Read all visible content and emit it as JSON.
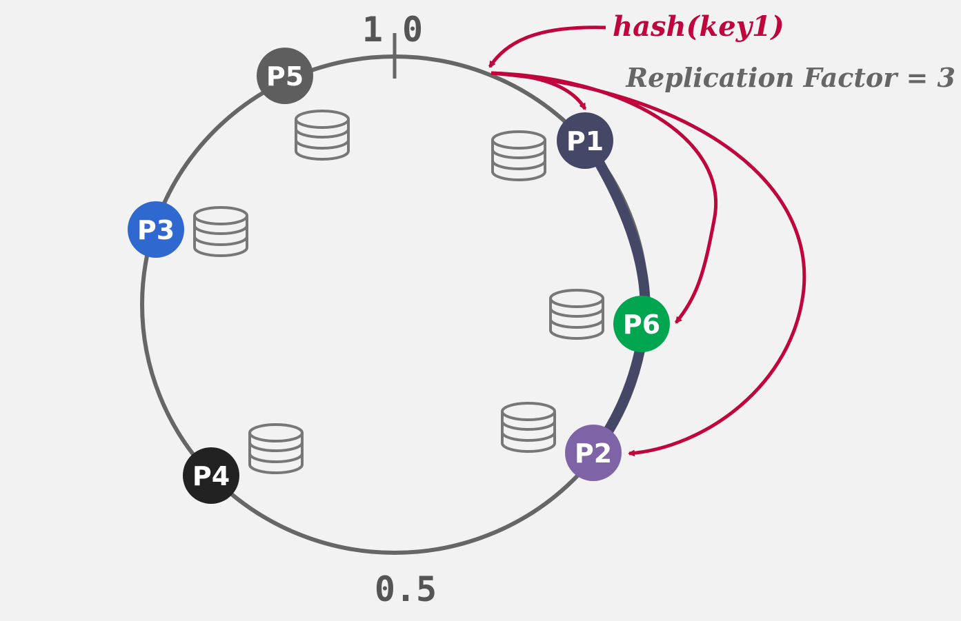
{
  "ring": {
    "top_label_left": "1",
    "top_label_right": "0",
    "bottom_label": "0.5"
  },
  "hash_label": "hash(key1)",
  "replication_label": "Replication Factor = 3",
  "colors": {
    "ring": "#666666",
    "highlight_arc": "#454766",
    "arrow": "#c0043c",
    "db_icon": "#777777",
    "background": "#f2f2f2"
  },
  "nodes": [
    {
      "id": "p1",
      "label": "P1",
      "color": "#454766"
    },
    {
      "id": "p2",
      "label": "P2",
      "color": "#7e63a6"
    },
    {
      "id": "p3",
      "label": "P3",
      "color": "#2f69d0"
    },
    {
      "id": "p4",
      "label": "P4",
      "color": "#222222"
    },
    {
      "id": "p5",
      "label": "P5",
      "color": "#5e5e5e"
    },
    {
      "id": "p6",
      "label": "P6",
      "color": "#00a64f"
    }
  ],
  "databases": [
    {
      "id": "db-p5",
      "icon": "database-icon"
    },
    {
      "id": "db-p1",
      "icon": "database-icon"
    },
    {
      "id": "db-p3",
      "icon": "database-icon"
    },
    {
      "id": "db-p6",
      "icon": "database-icon"
    },
    {
      "id": "db-p4",
      "icon": "database-icon"
    },
    {
      "id": "db-p2",
      "icon": "database-icon"
    }
  ]
}
